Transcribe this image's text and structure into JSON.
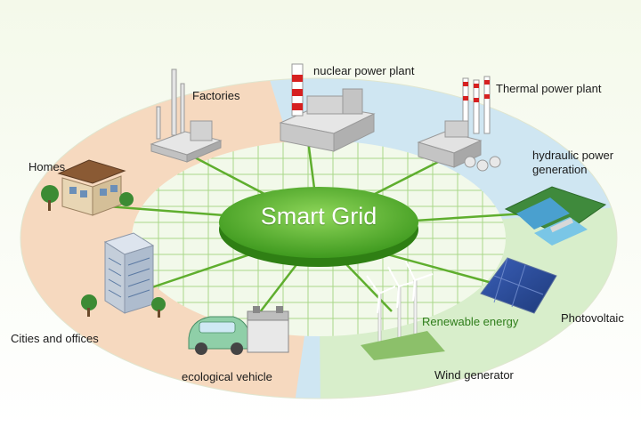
{
  "center": {
    "title": "Smart Grid"
  },
  "nodes": {
    "nuclear": "nuclear power plant",
    "thermal": "Thermal power plant",
    "hydraulic_line1": "hydraulic power",
    "hydraulic_line2": "generation",
    "photovoltaic": "Photovoltaic",
    "renewable": "Renewable energy",
    "wind": "Wind generator",
    "vehicle": "ecological vehicle",
    "cities": "Cities and offices",
    "homes": "Homes",
    "factories": "Factories"
  },
  "colors": {
    "ring_consumer": "#f6d9bf",
    "ring_supply": "#cfe6f2",
    "grid_green": "#5fae2e",
    "center_green": "#5cb832",
    "renewable_zone": "#d8eecb"
  }
}
